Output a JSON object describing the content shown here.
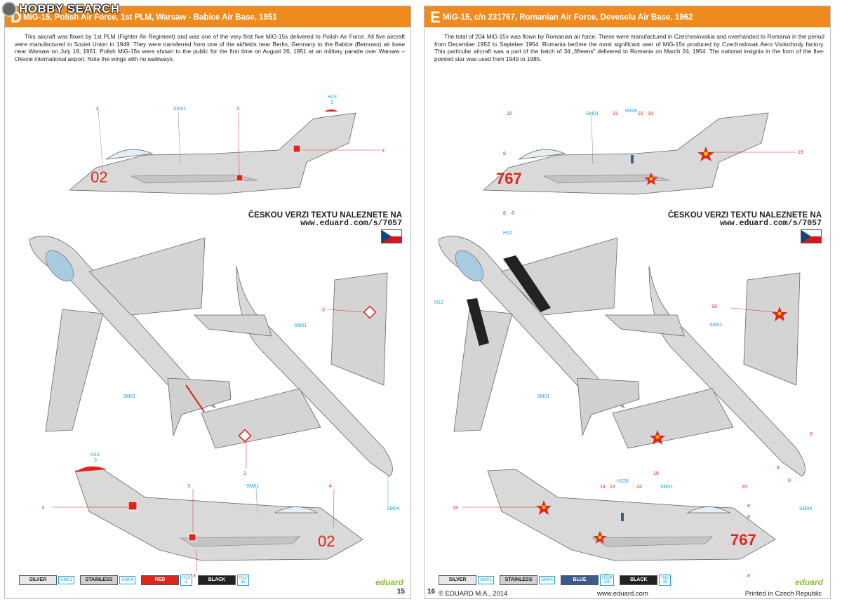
{
  "watermark": "HOBBY SEARCH",
  "left": {
    "letter": "D",
    "title": "MiG-15, Polish Air Force, 1st PLM, Warsaw - Babice Air Base, 1951",
    "description": "This aircraft was flown by 1st PLM (Fighter Air Regiment) and was one of the very first five MiG-15s delivered to Polish Air Force. All five aircraft were manufactured in Soviet Union in 1949. They were transferred from one of the airfields near Berlin, Germany to the Babice (Bemowo) air base near Warsaw on July 19, 1951. Polish MiG-15s were shown to the public for the first time on August 26, 1951 at an military parade over Warsaw – Okecie international airport. Note the wings with no walkways.",
    "cz_line1": "ČESKOU VERZI TEXTU NALEZNETE NA",
    "cz_line2": "www.eduard.com/s/7057",
    "tactical_number": "02",
    "callouts": [
      "4",
      "SM01",
      "3",
      "H13",
      "3",
      "3",
      "3",
      "SM01",
      "3",
      "SM01",
      "H13",
      "3",
      "3",
      "3",
      "SM01",
      "4",
      "SM04",
      "13"
    ],
    "swatches": [
      {
        "label": "SILVER",
        "code": "SM01",
        "color": "#e8e8e8",
        "text_color": "#222"
      },
      {
        "label": "STAINLESS",
        "code": "SM04",
        "color": "#cfcfcf",
        "text_color": "#222"
      },
      {
        "label": "RED",
        "code": "H13",
        "code_num": "3",
        "color": "#e0251b",
        "text_color": "#fff"
      },
      {
        "label": "BLACK",
        "code": "H12",
        "code_num": "33",
        "color": "#222222",
        "text_color": "#fff"
      }
    ],
    "brand": "eduard",
    "page_number": "15"
  },
  "right": {
    "letter": "E",
    "title": "MiG-15, c/n 231767, Romanian Air Force, Deveselu Air Base, 1962",
    "description": "The total of 204 MiG-15s was flown by Romanian air force. These were manufactured in Czechoslovakia and overhanded to Romania in the period from December 1952 to Septeber 1954. Romania bećime the most significant user of MiG-15s produced by Czechoslovak Aero Vodochody factory. This particular aircraft was a part of the batch of 34 „fifteens\" delivered to Romania on March 24, 1954. The national insignia in the form of the five-pointed star was used from 1949 to 1985.",
    "cz_line1": "ČESKOU VERZI TEXTU NALEZNETE NA",
    "cz_line2": "www.eduard.com/s/7057",
    "tactical_number": "767",
    "callouts": [
      "20",
      "SM01",
      "21",
      "H328",
      "22",
      "19",
      "19",
      "8",
      "8",
      "8",
      "H12",
      "H12",
      "SM01",
      "19",
      "SM01",
      "19",
      "8",
      "8",
      "8",
      "19",
      "22",
      "H328",
      "24",
      "SM01",
      "20",
      "19",
      "8",
      "8",
      "SM04",
      "13",
      "8"
    ],
    "swatches": [
      {
        "label": "SILVER",
        "code": "SM01",
        "color": "#e8e8e8",
        "text_color": "#222"
      },
      {
        "label": "STAINLESS",
        "code": "SM04",
        "color": "#cfcfcf",
        "text_color": "#222"
      },
      {
        "label": "BLUE",
        "code": "H328",
        "code_num": "328",
        "color": "#3d5b8a",
        "text_color": "#fff"
      },
      {
        "label": "BLACK",
        "code": "H12",
        "code_num": "33",
        "color": "#222222",
        "text_color": "#fff"
      }
    ],
    "brand": "eduard",
    "page_number": "16"
  },
  "footer": {
    "copyright": "© EDUARD M.A., 2014",
    "url": "www.eduard.com",
    "printed": "Printed in Czech Republic"
  }
}
